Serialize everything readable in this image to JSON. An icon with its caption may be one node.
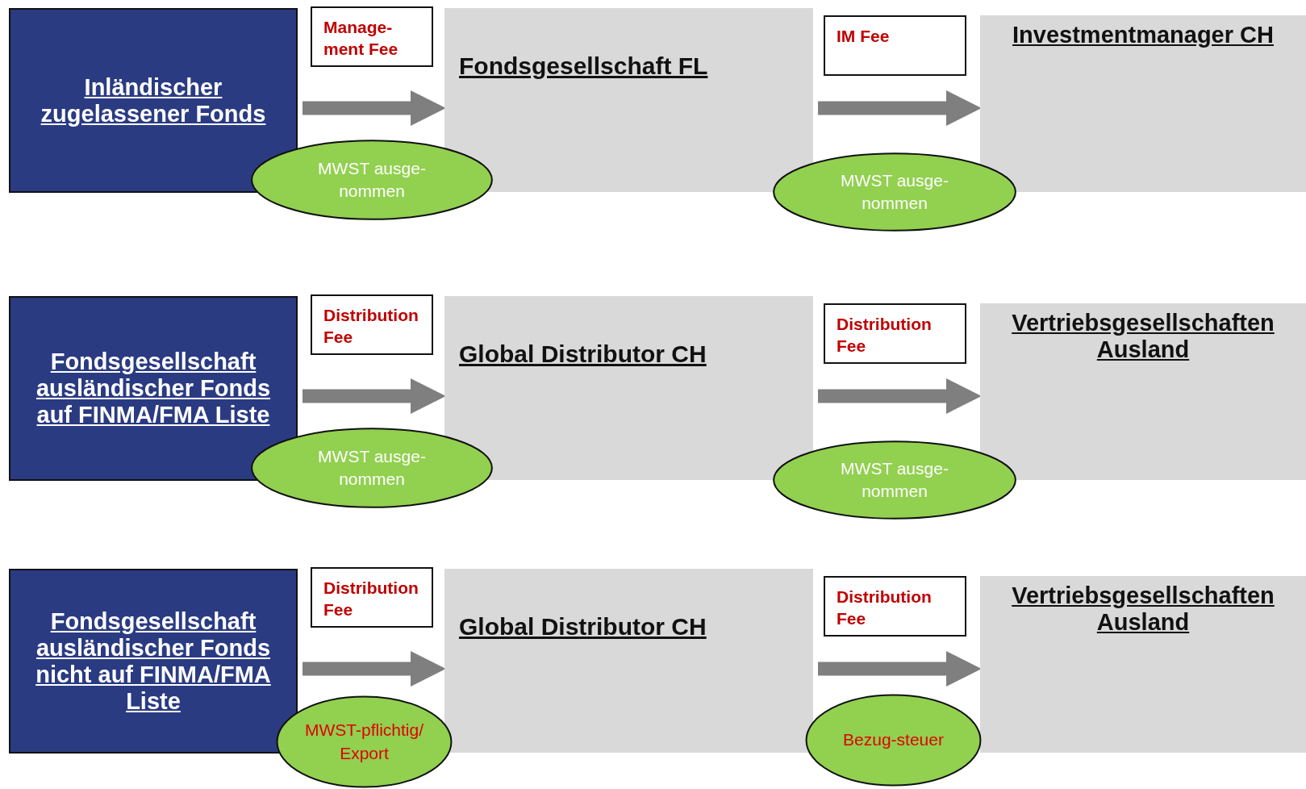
{
  "diagram": {
    "nodes": [
      {
        "text": [
          "Inländischer zugelassener Fonds"
        ]
      },
      {
        "text": [
          "Manage-ment Fee"
        ]
      },
      {
        "text": [
          "Fondsgesellschaft FL"
        ]
      },
      {
        "text": [
          "IM Fee"
        ]
      },
      {
        "text": [
          "Investmentmanager CH"
        ]
      },
      {
        "text": [
          "MWST ausge-nommen"
        ]
      },
      {
        "text": [
          "MWST ausge-nommen"
        ]
      },
      {
        "text": [
          "Fondsgesellschaft ausländischer Fonds auf FINMA/FMA Liste"
        ]
      },
      {
        "text": [
          "Distribution Fee"
        ]
      },
      {
        "text": [
          "Global Distributor CH"
        ]
      },
      {
        "text": [
          "Distribution Fee"
        ]
      },
      {
        "text": [
          "Vertriebsgesellschaften Ausland"
        ]
      },
      {
        "text": [
          "MWST ausge-nommen"
        ]
      },
      {
        "text": [
          "MWST ausge-nommen"
        ]
      },
      {
        "text": [
          "Fondsgesellschaft ausländischer Fonds nicht auf FINMA/FMA Liste"
        ]
      },
      {
        "text": [
          "Distribution Fee"
        ]
      },
      {
        "text": [
          "Global Distributor CH"
        ]
      },
      {
        "text": [
          "Distribution Fee"
        ]
      },
      {
        "text": [
          "Vertriebsgesellschaften Ausland"
        ]
      },
      {
        "text": [
          "MWST-pflichtig/ Export"
        ]
      },
      {
        "text": [
          "Bezug-steuer"
        ]
      }
    ],
    "edges": [
      {
        "from": 0,
        "to": 2,
        "arrow": "to"
      },
      {
        "from": 2,
        "to": 4,
        "arrow": "to"
      },
      {
        "from": 7,
        "to": 9,
        "arrow": "to"
      },
      {
        "from": 9,
        "to": 11,
        "arrow": "to"
      },
      {
        "from": 14,
        "to": 16,
        "arrow": "to"
      },
      {
        "from": 16,
        "to": 18,
        "arrow": "to"
      }
    ]
  }
}
